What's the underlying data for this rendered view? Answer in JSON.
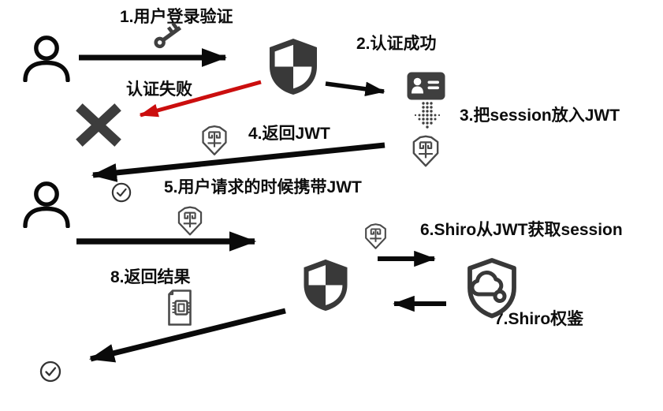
{
  "colors": {
    "arrow_black": "#0a0a0a",
    "arrow_fail_red": "#cb0e0e",
    "icon_fill_dark": "#3a3a3a",
    "icon_outline_gray": "#4a4a4a",
    "text_black": "#0d0d0d",
    "background": "#ffffff"
  },
  "steps": {
    "step1": "1.用户登录验证",
    "step2": "2.认证成功",
    "step3": "3.把session放入JWT",
    "step4": "4.返回JWT",
    "step5": "5.用户请求的时候携带JWT",
    "step6": "6.Shiro从JWT获取session",
    "step7": "7.Shiro权鉴",
    "step8": "8.返回结果",
    "auth_fail": "认证失败"
  },
  "icons": {
    "user_top": "user-icon",
    "user_bottom": "user-icon",
    "key": "key-icon",
    "security_shield_top": "security-shield-icon",
    "security_shield_bottom": "security-shield-icon",
    "id_card": "id-card-icon",
    "dotted_down_arrow": "dotted-down-arrow-icon",
    "jwt_badge": "jwt-badge-icon",
    "fail_cross": "cross-icon",
    "check_circle": "check-circle-icon",
    "document_chip": "document-chip-icon",
    "shiro_cloud_shield": "cloud-shield-icon"
  }
}
